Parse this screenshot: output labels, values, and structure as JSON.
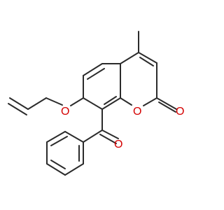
{
  "molecule": {
    "atom_labels": {
      "ring_oxygen": "O",
      "carbonyl_oxygen": "O",
      "ether_oxygen": "O",
      "ketone_oxygen": "O"
    },
    "colors": {
      "bond": "#2b2b2b",
      "heteroatom": "#d40000",
      "background": "#ffffff"
    }
  }
}
